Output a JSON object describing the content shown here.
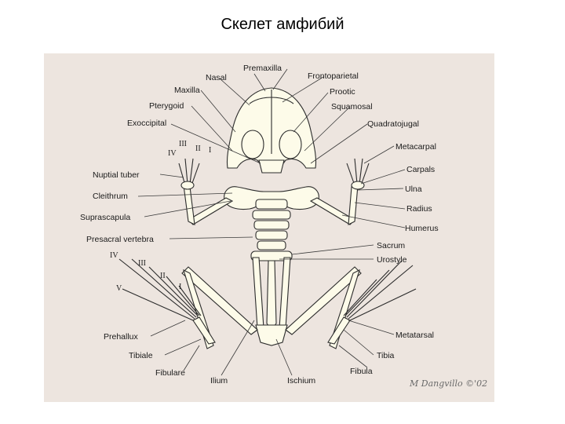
{
  "title": "Скелет амфибий",
  "diagram": {
    "labels": {
      "premaxilla": "Premaxilla",
      "nasal": "Nasal",
      "frontoparietal": "Frontoparietal",
      "maxilla": "Maxilla",
      "prootic": "Prootic",
      "pterygoid": "Pterygoid",
      "squamosal": "Squamosal",
      "exoccipital": "Exoccipital",
      "quadratojugal": "Quadratojugal",
      "metacarpal": "Metacarpal",
      "nuptial_tuber": "Nuptial tuber",
      "carpals": "Carpals",
      "cleithrum": "Cleithrum",
      "ulna": "Ulna",
      "suprascapula": "Suprascapula",
      "radius": "Radius",
      "humerus": "Humerus",
      "presacral_vertebra": "Presacral vertebra",
      "sacrum": "Sacrum",
      "urostyle": "Urostyle",
      "prehallux": "Prehallux",
      "metatarsal": "Metatarsal",
      "tibiale": "Tibiale",
      "tibia": "Tibia",
      "fibulare": "Fibulare",
      "ilium": "Ilium",
      "ischium": "Ischium",
      "fibula": "Fibula"
    },
    "digits_hand": {
      "d3": "III",
      "d2": "II",
      "d1": "I",
      "d4": "IV"
    },
    "digits_foot": {
      "d4": "IV",
      "d3": "III",
      "d2": "II",
      "d5": "V",
      "d1": "I"
    },
    "signature": "M Dangvillo ©'02"
  }
}
